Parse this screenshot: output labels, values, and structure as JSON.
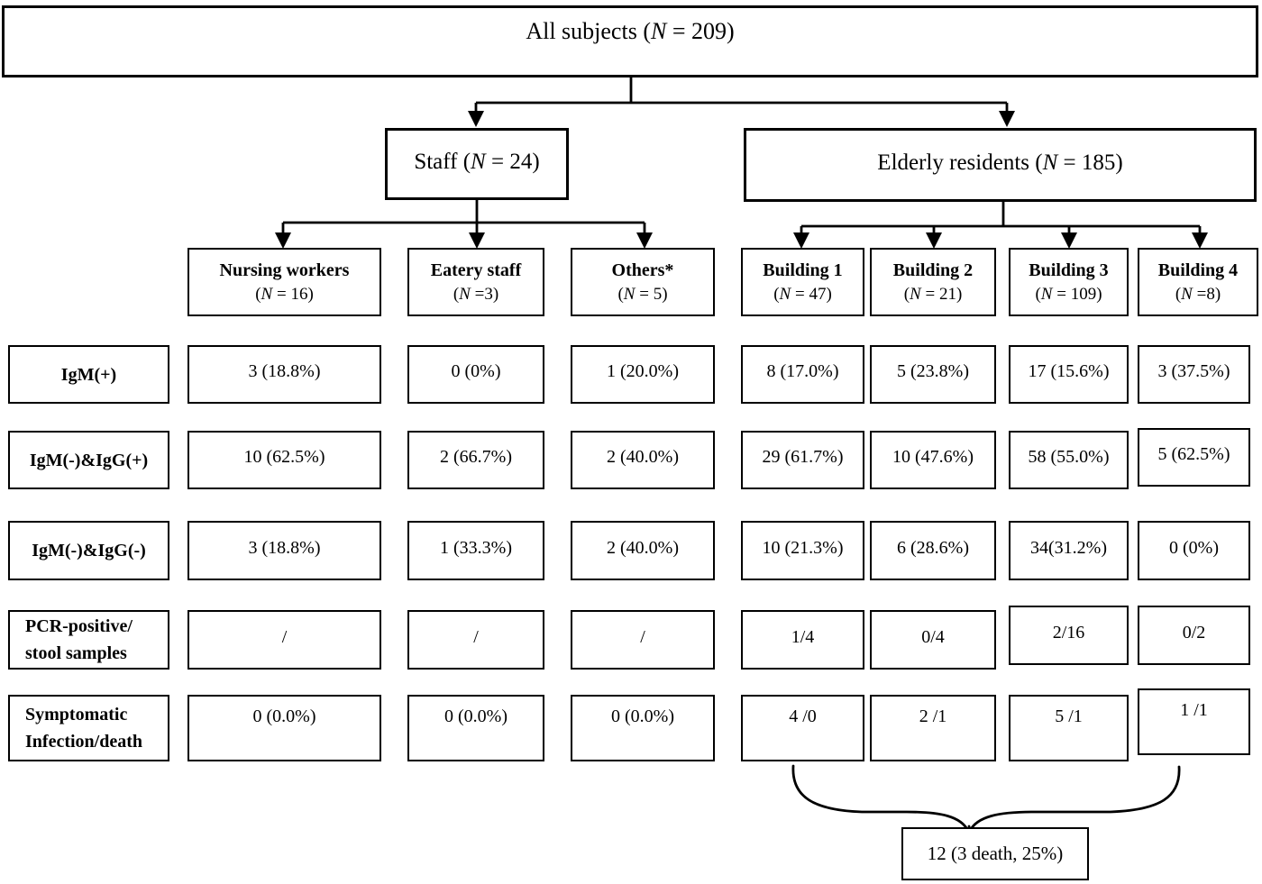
{
  "nodes": {
    "all": {
      "pre": "All subjects (",
      "n": "N",
      "post": " = 209)"
    },
    "staff": {
      "pre": "Staff (",
      "n": "N",
      "post": " = 24)"
    },
    "elderly": {
      "pre": "Elderly residents (",
      "n": "N",
      "post": " = 185)"
    }
  },
  "groups": [
    {
      "title": "Nursing workers",
      "npre": "(",
      "nvar": "N",
      "npost": " = 16)"
    },
    {
      "title": "Eatery staff",
      "npre": "(",
      "nvar": "N",
      "npost": " =3)"
    },
    {
      "title": "Others*",
      "npre": "(",
      "nvar": "N",
      "npost": " = 5)"
    },
    {
      "title": "Building 1",
      "npre": "(",
      "nvar": "N",
      "npost": " = 47)"
    },
    {
      "title": "Building 2",
      "npre": "(",
      "nvar": "N",
      "npost": " = 21)"
    },
    {
      "title": "Building 3",
      "npre": "(",
      "nvar": "N",
      "npost": " = 109)"
    },
    {
      "title": "Building 4",
      "npre": "(",
      "nvar": "N",
      "npost": " =8)"
    }
  ],
  "rows": [
    {
      "label": "IgM(+)",
      "values": [
        "3 (18.8%)",
        "0 (0%)",
        "1 (20.0%)",
        "8 (17.0%)",
        "5 (23.8%)",
        "17 (15.6%)",
        "3 (37.5%)"
      ]
    },
    {
      "label": "IgM(-)&IgG(+)",
      "values": [
        "10 (62.5%)",
        "2 (66.7%)",
        "2 (40.0%)",
        "29 (61.7%)",
        "10 (47.6%)",
        "58 (55.0%)",
        "5 (62.5%)"
      ]
    },
    {
      "label": "IgM(-)&IgG(-)",
      "values": [
        "3 (18.8%)",
        "1 (33.3%)",
        "2 (40.0%)",
        "10 (21.3%)",
        "6 (28.6%)",
        "34(31.2%)",
        "0 (0%)"
      ]
    },
    {
      "label": "PCR-positive/\nstool samples",
      "values": [
        "/",
        "/",
        "/",
        "1/4",
        "0/4",
        "2/16",
        "0/2"
      ]
    },
    {
      "label": "Symptomatic\nInfection/death",
      "values": [
        "0 (0.0%)",
        "0 (0.0%)",
        "0 (0.0%)",
        "4 /0",
        "2 /1",
        "5 /1",
        "1 /1"
      ]
    }
  ],
  "summary": {
    "text": "12 (3 death, 25%)"
  },
  "colors": {
    "line": "#000000",
    "background": "#ffffff",
    "text": "#000000"
  }
}
